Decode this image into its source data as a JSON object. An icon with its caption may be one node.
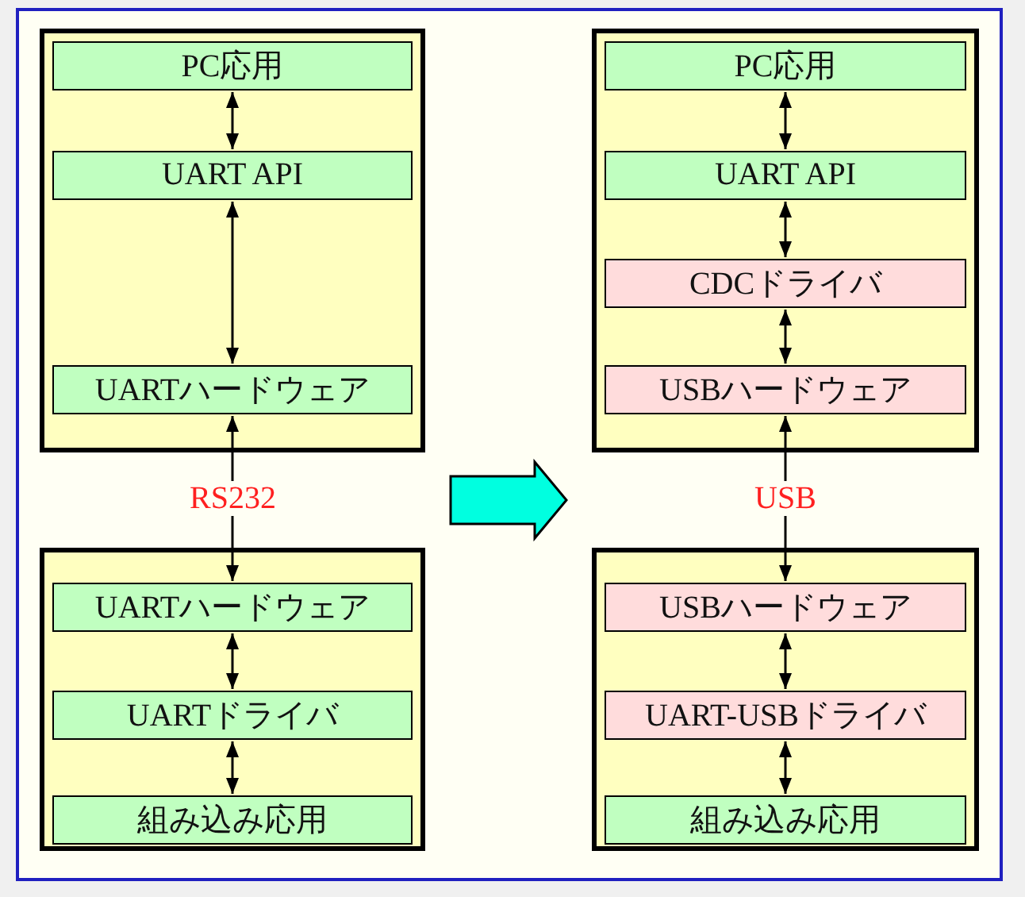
{
  "diagram": {
    "nodes": [
      {
        "text": [],
        "shape": "box"
      },
      {
        "text": [
          "PC応用"
        ],
        "in": 0
      },
      {
        "text": [
          "UART API"
        ],
        "in": 0
      },
      {
        "text": [
          "UARTハードウェア"
        ],
        "in": 0
      },
      {
        "text": [],
        "shape": "box"
      },
      {
        "text": [
          "UARTハードウェア"
        ],
        "in": 4
      },
      {
        "text": [
          "UARTドライバ"
        ],
        "in": 4
      },
      {
        "text": [
          "組み込み応用"
        ],
        "in": 4
      },
      {
        "text": [],
        "shape": "box"
      },
      {
        "text": [
          "PC応用"
        ],
        "in": 8
      },
      {
        "text": [
          "UART API"
        ],
        "in": 8
      },
      {
        "text": [
          "CDCドライバ"
        ],
        "in": 8
      },
      {
        "text": [
          "USBハードウェア"
        ],
        "in": 8
      },
      {
        "text": [],
        "shape": "box"
      },
      {
        "text": [
          "USBハードウェア"
        ],
        "in": 13
      },
      {
        "text": [
          "UART-USBドライバ"
        ],
        "in": 13
      },
      {
        "text": [
          "組み込み応用"
        ],
        "in": 13
      }
    ],
    "edges": [
      {
        "from": 1,
        "to": 2,
        "arrow": "both"
      },
      {
        "from": 2,
        "to": 3,
        "arrow": "both"
      },
      {
        "from": 3,
        "to": 5,
        "arrow": "both",
        "label": "RS232"
      },
      {
        "from": 5,
        "to": 6,
        "arrow": "both"
      },
      {
        "from": 6,
        "to": 7,
        "arrow": "both"
      },
      {
        "from": 9,
        "to": 10,
        "arrow": "both"
      },
      {
        "from": 10,
        "to": 11,
        "arrow": "both"
      },
      {
        "from": 11,
        "to": 12,
        "arrow": "both"
      },
      {
        "from": 12,
        "to": 14,
        "arrow": "both",
        "label": "USB"
      },
      {
        "from": 14,
        "to": 15,
        "arrow": "both"
      },
      {
        "from": 15,
        "to": 16,
        "arrow": "both"
      }
    ]
  }
}
